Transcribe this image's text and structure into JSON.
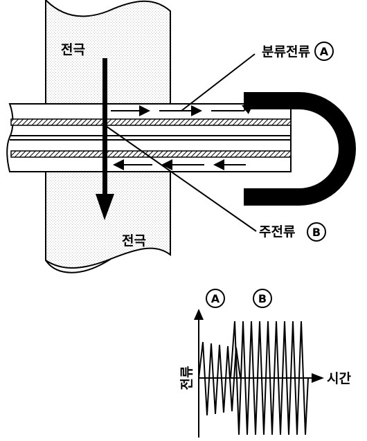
{
  "labels": {
    "electrode_top": "전극",
    "electrode_bottom": "전극",
    "shunt_current": "분류전류",
    "shunt_marker": "A",
    "main_current": "주전류",
    "main_marker": "B"
  },
  "graph": {
    "marker_a": "A",
    "marker_b": "B",
    "y_label": "전류",
    "x_label": "시간"
  },
  "chart_data": {
    "type": "line",
    "title": "",
    "xlabel": "시간",
    "ylabel": "전류",
    "series": [
      {
        "name": "A",
        "values": []
      },
      {
        "name": "B",
        "values": []
      }
    ]
  }
}
